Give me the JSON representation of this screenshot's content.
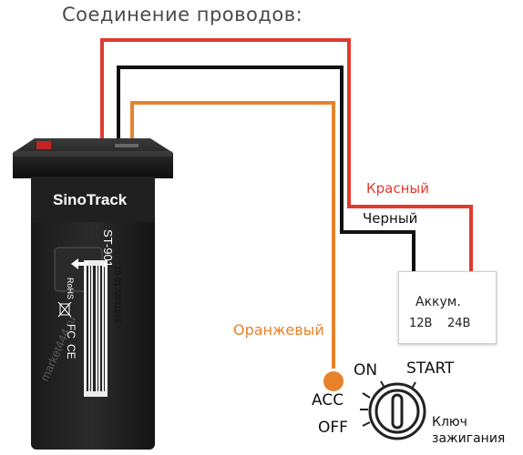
{
  "title": "Соединение проводов:",
  "device": {
    "brand": "SinoTrack",
    "model": "ST-901",
    "rohs": "RoHS",
    "fc": "FC",
    "ce": "CE",
    "serial": "10-9170831856"
  },
  "watermark": "market444.ru",
  "wires": [
    {
      "label": "Красный",
      "color": "#e03a2f"
    },
    {
      "label": "Черный",
      "color": "#111111"
    },
    {
      "label": "Оранжевый",
      "color": "#e8822a"
    }
  ],
  "battery": {
    "name": "Аккум.",
    "minus": "−",
    "plus": "+",
    "v12": "12В",
    "v24": "24В"
  },
  "ignition": {
    "on": "ON",
    "start": "START",
    "acc": "ACC",
    "off": "OFF",
    "key_line1": "Ключ",
    "key_line2": "зажигания"
  }
}
